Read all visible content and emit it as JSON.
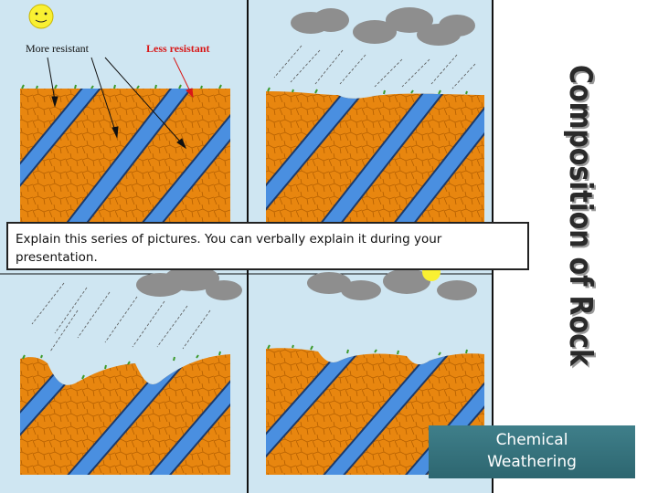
{
  "labels": {
    "more_resistant": "More resistant",
    "less_resistant": "Less resistant"
  },
  "side_title": "Composition of Rock",
  "callout_text": "Explain this series of pictures. You can verbally explain it during your presentation.",
  "badge_text": "Chemical Weathering",
  "colors": {
    "sky": "#cfe6f2",
    "rock": "#e8860f",
    "rock_line": "#b45f00",
    "band": "#4a8fe0",
    "band_edge": "#1c3a6a",
    "sun": "#f9f032",
    "cloud": "#8e8e8e",
    "grass": "#3c9a2c",
    "arrow": "#111111",
    "arrow_red": "#d81818",
    "badge_bg": "#356f79"
  }
}
